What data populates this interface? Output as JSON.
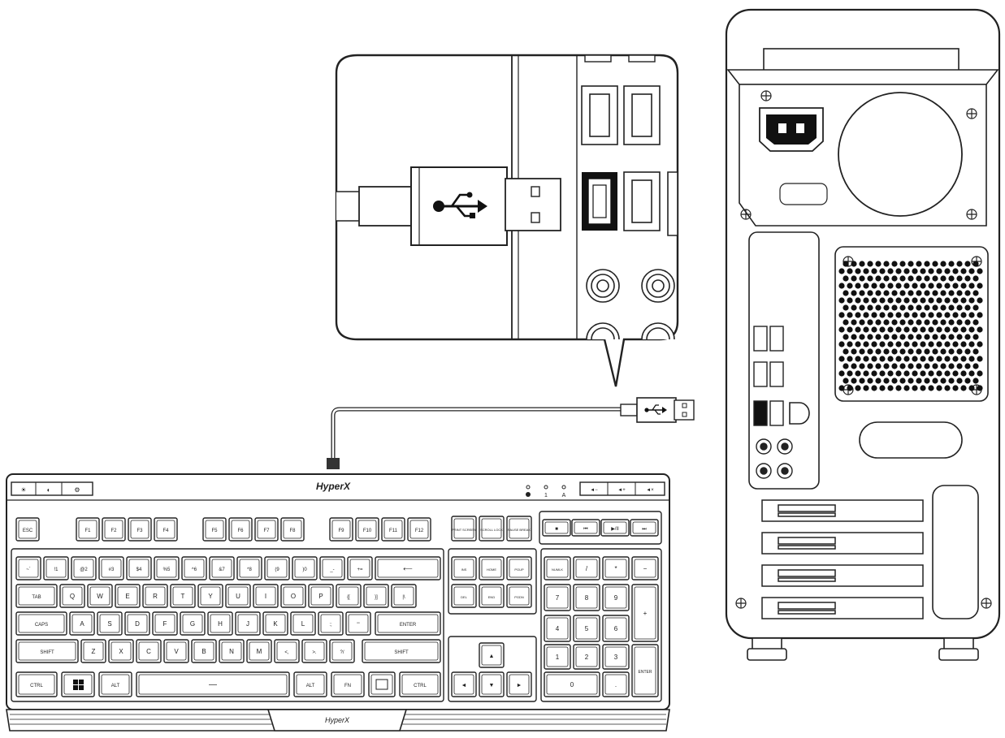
{
  "keyboard": {
    "brand": "HyperX",
    "keys": {
      "esc": "ESC",
      "f_group1": [
        "F1",
        "F2",
        "F3",
        "F4"
      ],
      "f_group2": [
        "F5",
        "F6",
        "F7",
        "F8"
      ],
      "f_group3": [
        "F9",
        "F10",
        "F11",
        "F12"
      ],
      "system": [
        "PRINT SCREEN",
        "SCROLL LOCK",
        "PAUSE BREAK"
      ],
      "media": [
        "■",
        "⏮",
        "▶/II",
        "⏭"
      ],
      "number_row": [
        "~`",
        "!1",
        "@2",
        "#3",
        "$4",
        "%5",
        "^6",
        "&7",
        "*8",
        "(9",
        ")0",
        "_-",
        "+="
      ],
      "backspace": "⟵",
      "tab": "TAB",
      "qwerty": [
        "Q",
        "W",
        "E",
        "R",
        "T",
        "Y",
        "U",
        "I",
        "O",
        "P",
        "{[",
        "}]",
        "|\\"
      ],
      "caps": "CAPS",
      "asdf": [
        "A",
        "S",
        "D",
        "F",
        "G",
        "H",
        "J",
        "K",
        "L",
        ":;",
        "\"'"
      ],
      "enter": "ENTER",
      "shift": "SHIFT",
      "zxcv": [
        "Z",
        "X",
        "C",
        "V",
        "B",
        "N",
        "M",
        "<,",
        ">.",
        "?/"
      ],
      "ctrl": "CTRL",
      "alt": "ALT",
      "space": "—",
      "fn": "FN",
      "nav_top": [
        "INS",
        "HOME",
        "PGUP"
      ],
      "nav_bottom": [
        "DEL",
        "END",
        "PGDN"
      ],
      "arrows": [
        "▲",
        "◄",
        "▼",
        "►"
      ],
      "numpad_top": [
        "NUMLK",
        "/",
        "*",
        "−"
      ],
      "numpad_r2": [
        "7",
        "8",
        "9"
      ],
      "numpad_r3": [
        "4",
        "5",
        "6"
      ],
      "numpad_r4": [
        "1",
        "2",
        "3"
      ],
      "numpad_plus": "+",
      "numpad_enter": "ENTER",
      "numpad_0": "0",
      "numpad_dot": "."
    },
    "top_buttons": [
      "☀",
      "◐",
      "⚙"
    ],
    "volume": [
      "◄−",
      "◄+",
      "◄×"
    ],
    "leds": [
      "1",
      "A"
    ]
  }
}
